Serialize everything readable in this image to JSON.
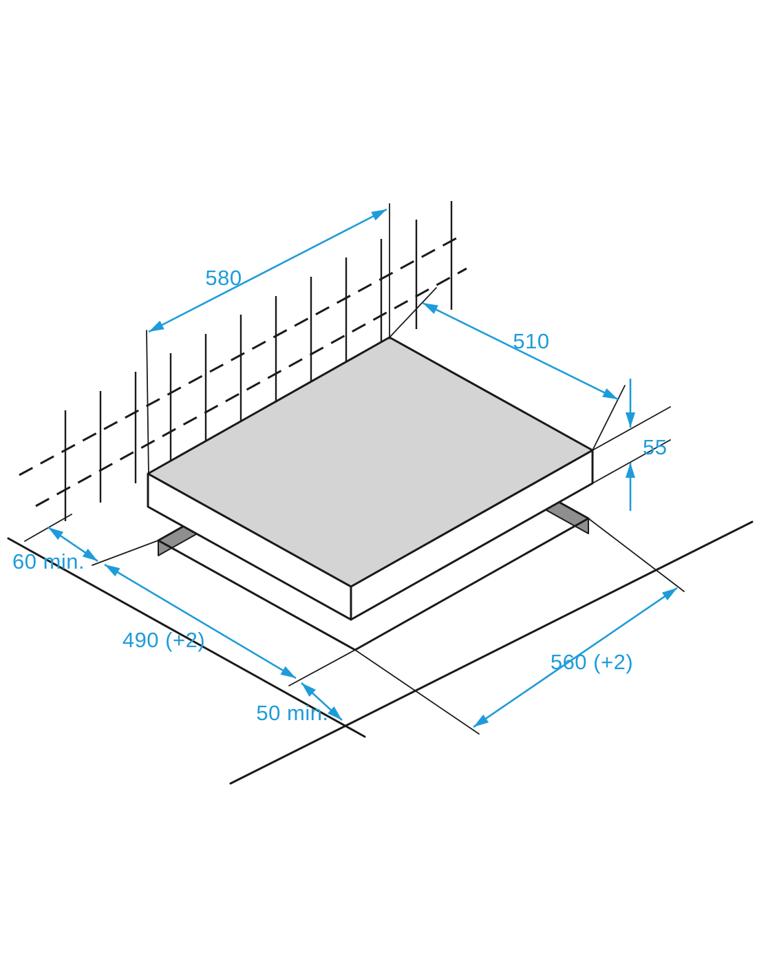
{
  "diagram": {
    "type": "hob-installation-dimension-diagram",
    "dim_labels": {
      "hob_width": "580",
      "hob_depth": "510",
      "hob_height": "55",
      "wall_clearance": "60 min.",
      "cutout_depth": "490 (+2)",
      "front_clearance": "50 min.",
      "cutout_width": "560 (+2)"
    },
    "units": "mm"
  },
  "colors": {
    "accent_blue": "#1e9cd9",
    "line_black": "#1a1a1a",
    "hob_top_gray": "#d4d4d4",
    "cutout_wall_gray": "#8f8f8f",
    "background": "#ffffff"
  }
}
